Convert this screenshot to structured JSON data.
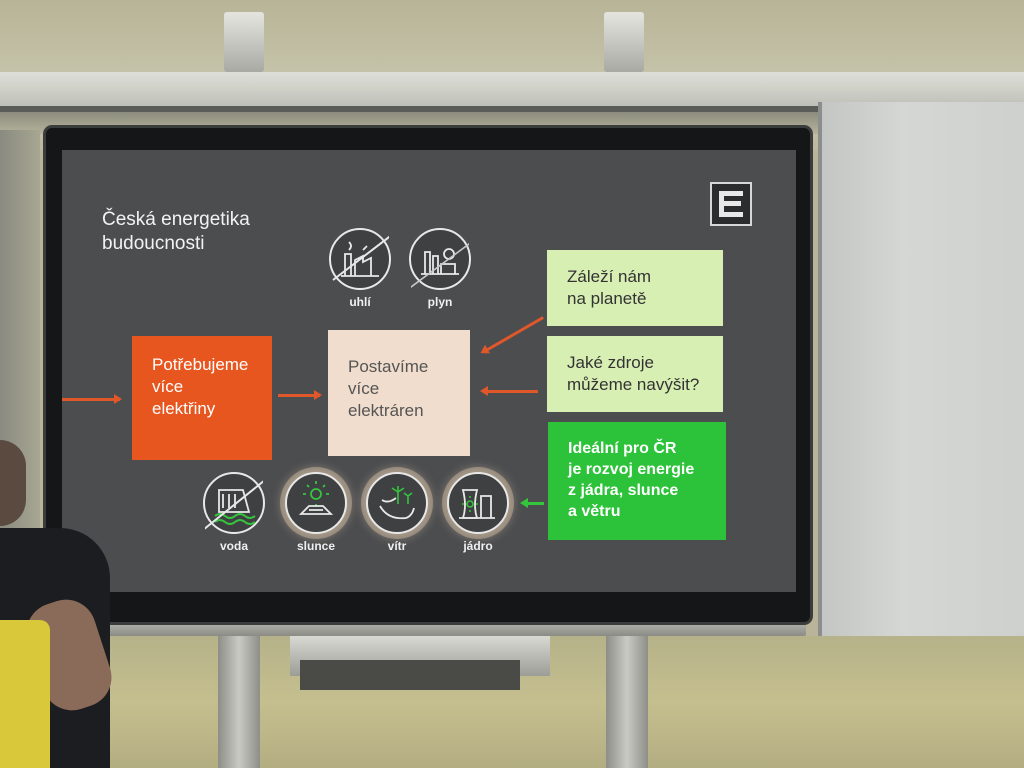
{
  "slide": {
    "title": "Česká energetika\nbudoucnosti",
    "boxes": {
      "need": "Potřebujeme\nvíce\nelektřiny",
      "build": "Postavíme\nvíce\nelektráren",
      "planet": "Záleží nám\nna planetě",
      "sources": "Jaké zdroje\nmůžeme navýšit?",
      "ideal": "Ideální pro ČR\nje rozvoj energie\nz jádra, slunce\na větru"
    },
    "icons": {
      "coal": "uhlí",
      "gas": "plyn",
      "water": "voda",
      "sun": "slunce",
      "wind": "vítr",
      "nuclear": "jádro"
    }
  },
  "colors": {
    "orange": "#e8561f",
    "beige": "#f0ddcd",
    "lime": "#d8efb4",
    "green": "#2cc239",
    "screen": "#4c4d4f"
  }
}
